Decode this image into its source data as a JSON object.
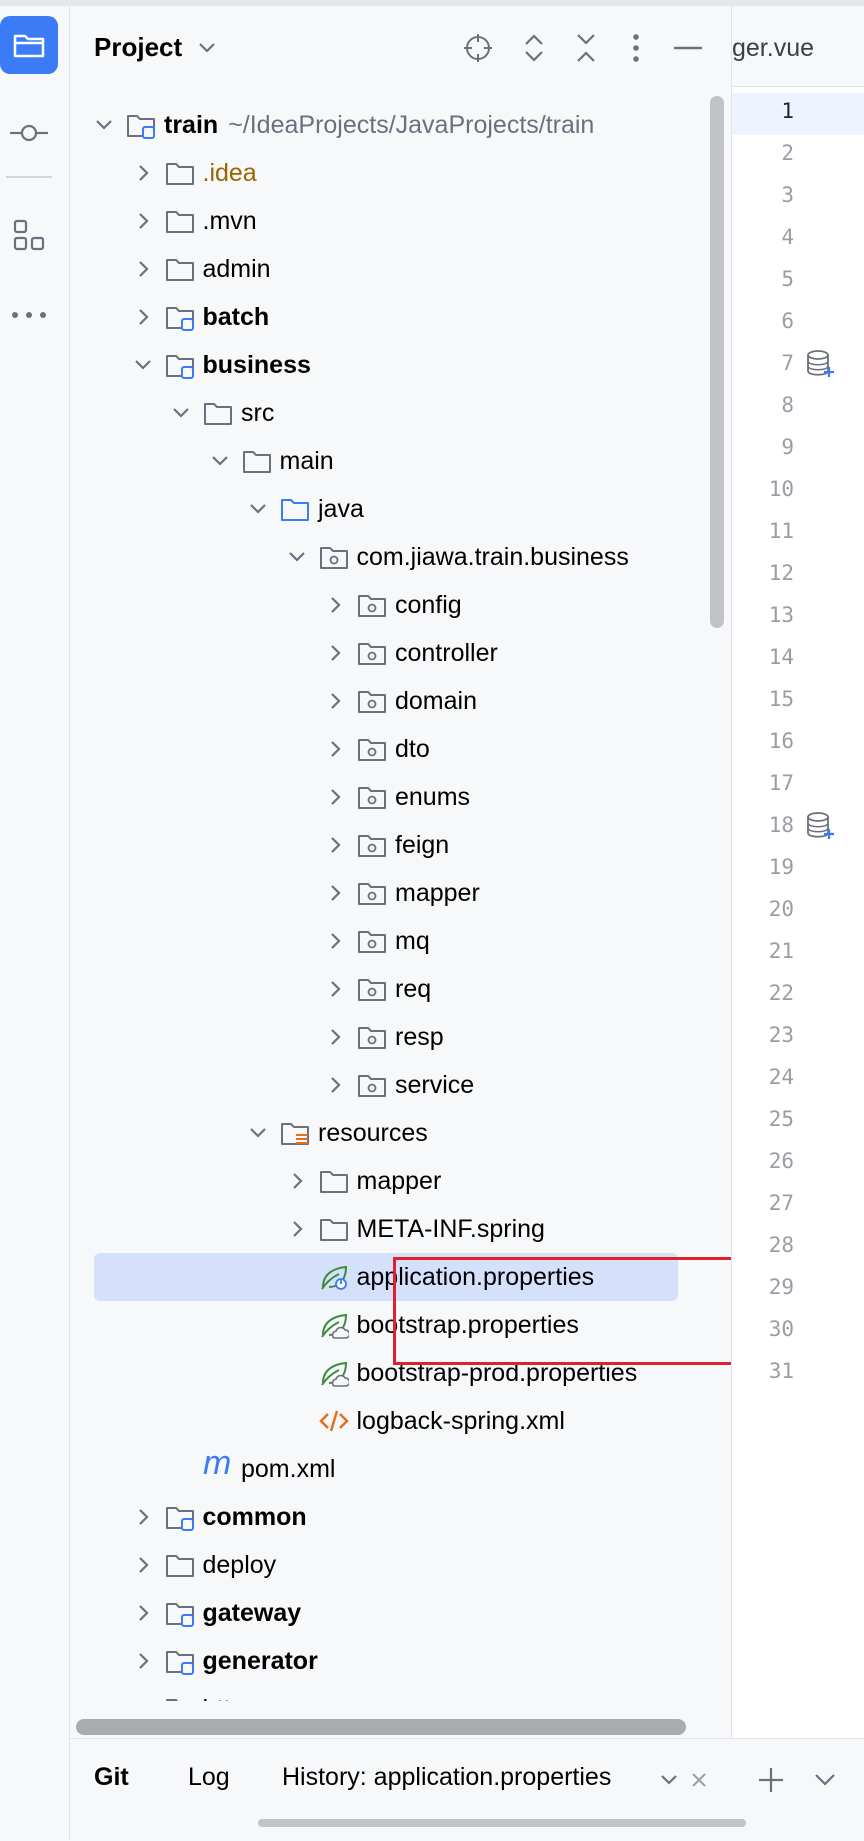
{
  "header": {
    "title": "Project",
    "chevron_icon": "chevron-down-icon",
    "actions": [
      "locate-icon",
      "expand-all-icon",
      "collapse-all-icon",
      "options-icon",
      "hide-icon"
    ]
  },
  "activity_bar": [
    "project-folder-icon",
    "commit-icon",
    "structure-icon",
    "more-icon"
  ],
  "tree": {
    "root": {
      "label": "train",
      "path": "~/IdeaProjects/JavaProjects/train"
    },
    "idea": ".idea",
    "mvn": ".mvn",
    "admin": "admin",
    "batch": "batch",
    "business": "business",
    "src": "src",
    "main": "main",
    "java": "java",
    "package": "com.jiawa.train.business",
    "packages": [
      "config",
      "controller",
      "domain",
      "dto",
      "enums",
      "feign",
      "mapper",
      "mq",
      "req",
      "resp",
      "service"
    ],
    "resources": "resources",
    "res_folders": [
      "mapper",
      "META-INF.spring"
    ],
    "files": [
      "application.properties",
      "bootstrap.properties",
      "bootstrap-prod.properties",
      "logback-spring.xml"
    ],
    "pom": "pom.xml",
    "pom_icon_glyph": "m",
    "modules_after": [
      {
        "label": "common",
        "bold": true
      },
      {
        "label": "deploy",
        "bold": false
      },
      {
        "label": "gateway",
        "bold": true
      },
      {
        "label": "generator",
        "bold": true
      },
      {
        "label": "http",
        "bold": false
      }
    ],
    "selected": "application.properties"
  },
  "editor": {
    "tab_label": "ger.vue",
    "current_line": 1,
    "line_numbers": [
      "1",
      "2",
      "3",
      "4",
      "5",
      "6",
      "7",
      "8",
      "9",
      "10",
      "11",
      "12",
      "13",
      "14",
      "15",
      "16",
      "17",
      "18",
      "19",
      "20",
      "21",
      "22",
      "23",
      "24",
      "25",
      "26",
      "27",
      "28",
      "29",
      "30",
      "31"
    ],
    "gutter_icons_on_lines": [
      7,
      18
    ]
  },
  "bottom_bar": {
    "git": "Git",
    "log": "Log",
    "history": "History: application.properties"
  },
  "colors": {
    "accent": "#3b7cf6",
    "selection": "#d5e1fb",
    "highlight_box": "#e0202a",
    "idea_folder": "#9c6500",
    "spring_green": "#3d8c40",
    "xml_orange": "#e66d17"
  }
}
